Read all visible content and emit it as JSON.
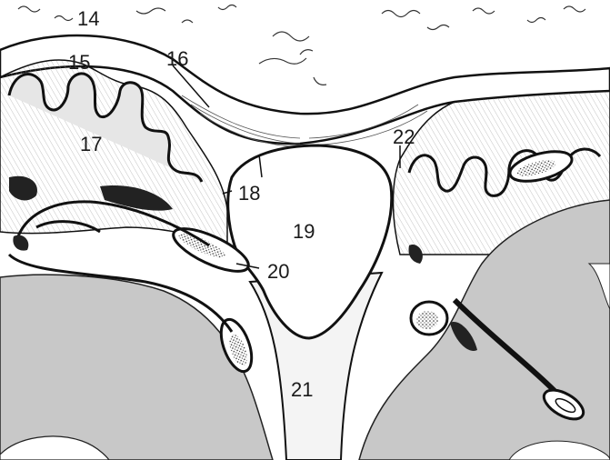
{
  "labels": {
    "l14": "14",
    "l15": "15",
    "l16": "16",
    "l17": "17",
    "l18": "18",
    "l19": "19",
    "l20": "20",
    "l21": "21",
    "l22": "22"
  },
  "colors": {
    "ink": "#111111",
    "gray_fill": "#c8c8c8",
    "paper": "#ffffff",
    "hatch": "#6a6a6a"
  }
}
